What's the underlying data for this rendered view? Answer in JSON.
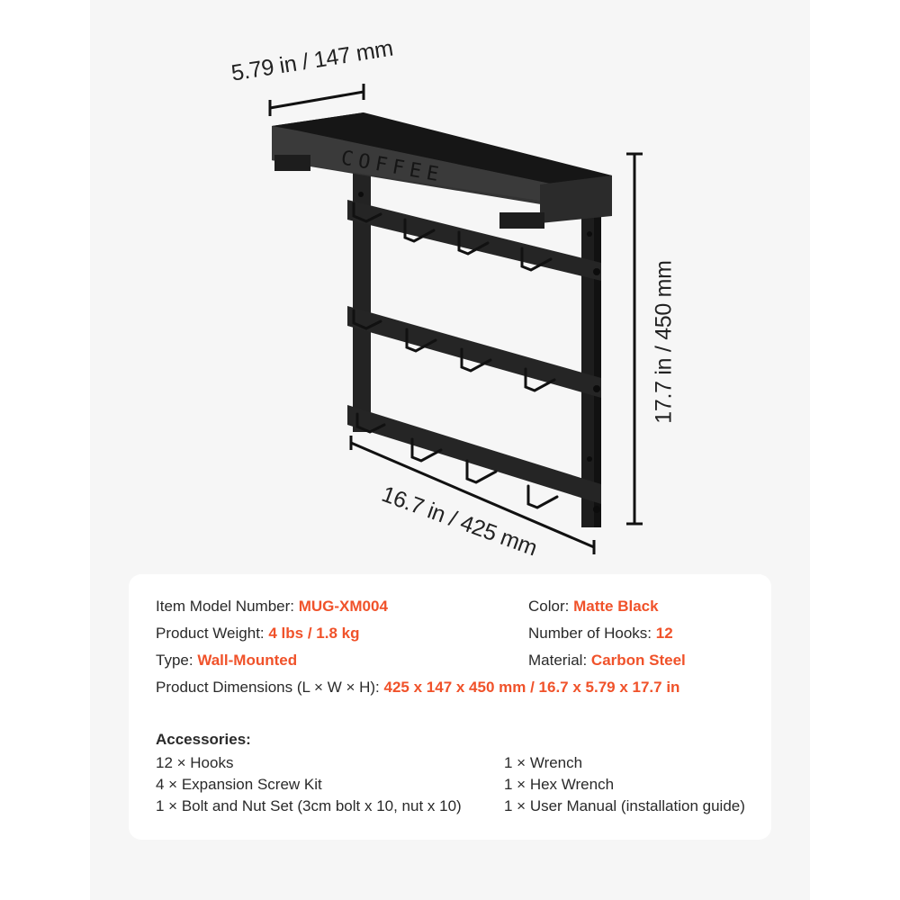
{
  "dimensions": {
    "depth_label": "5.79 in / 147 mm",
    "height_label": "17.7 in / 450 mm",
    "length_label": "16.7 in / 425 mm"
  },
  "product_image": {
    "shelf_text": "COFFEE",
    "hook_rows": 3,
    "hooks_per_row": 4,
    "color": "#1c1c1c"
  },
  "specs": {
    "left": [
      {
        "label": "Item Model Number: ",
        "value": "MUG-XM004"
      },
      {
        "label": "Product Weight: ",
        "value": "4 lbs / 1.8 kg"
      },
      {
        "label": "Type: ",
        "value": "Wall-Mounted"
      }
    ],
    "right": [
      {
        "label": "Color: ",
        "value": "Matte Black"
      },
      {
        "label": "Number of Hooks: ",
        "value": "12"
      },
      {
        "label": "Material: ",
        "value": "Carbon Steel"
      }
    ],
    "dimensions_row": {
      "label": "Product Dimensions (L × W × H): ",
      "value": "425 x 147 x 450 mm / 16.7 x 5.79 x 17.7 in"
    }
  },
  "accessories": {
    "title": "Accessories:",
    "left": [
      "12 × Hooks",
      "4 × Expansion Screw Kit",
      "1 × Bolt and Nut Set (3cm bolt x 10, nut x 10)"
    ],
    "right": [
      "1 × Wrench",
      "1 × Hex Wrench",
      "1 × User Manual (installation guide)"
    ]
  },
  "colors": {
    "accent": "#f0522a",
    "panel_bg": "#f6f6f6",
    "card_bg": "#ffffff",
    "text": "#2a2a2a"
  }
}
